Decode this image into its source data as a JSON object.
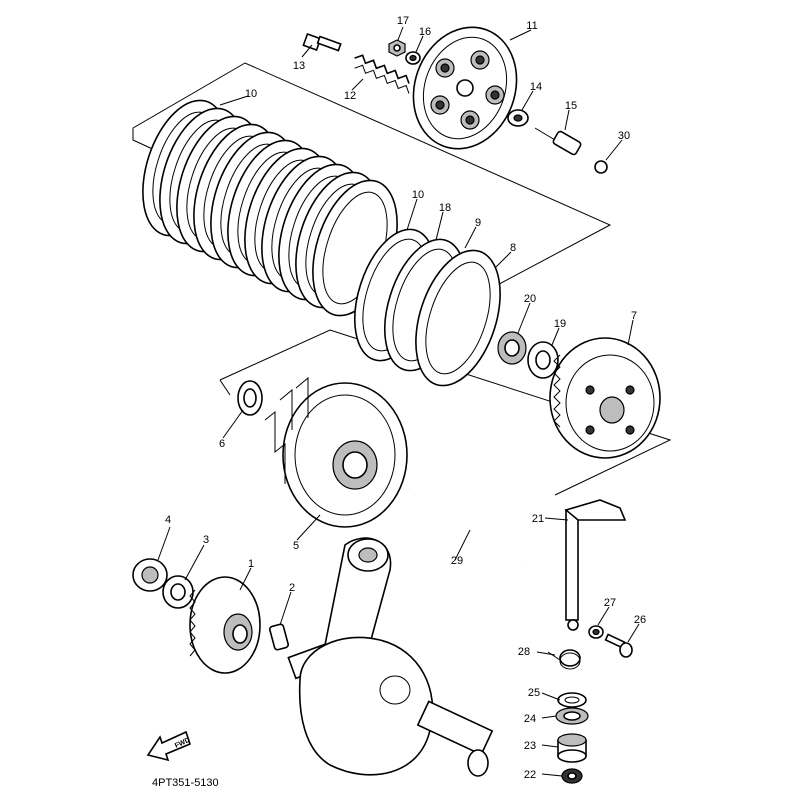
{
  "diagram": {
    "drawing_code": "4PT351-5130",
    "direction_label": "FWD",
    "callouts": [
      "1",
      "2",
      "3",
      "4",
      "5",
      "6",
      "7",
      "8",
      "9",
      "10",
      "10",
      "11",
      "12",
      "13",
      "14",
      "15",
      "16",
      "17",
      "18",
      "19",
      "20",
      "21",
      "22",
      "23",
      "24",
      "25",
      "26",
      "27",
      "28",
      "29",
      "30"
    ]
  }
}
